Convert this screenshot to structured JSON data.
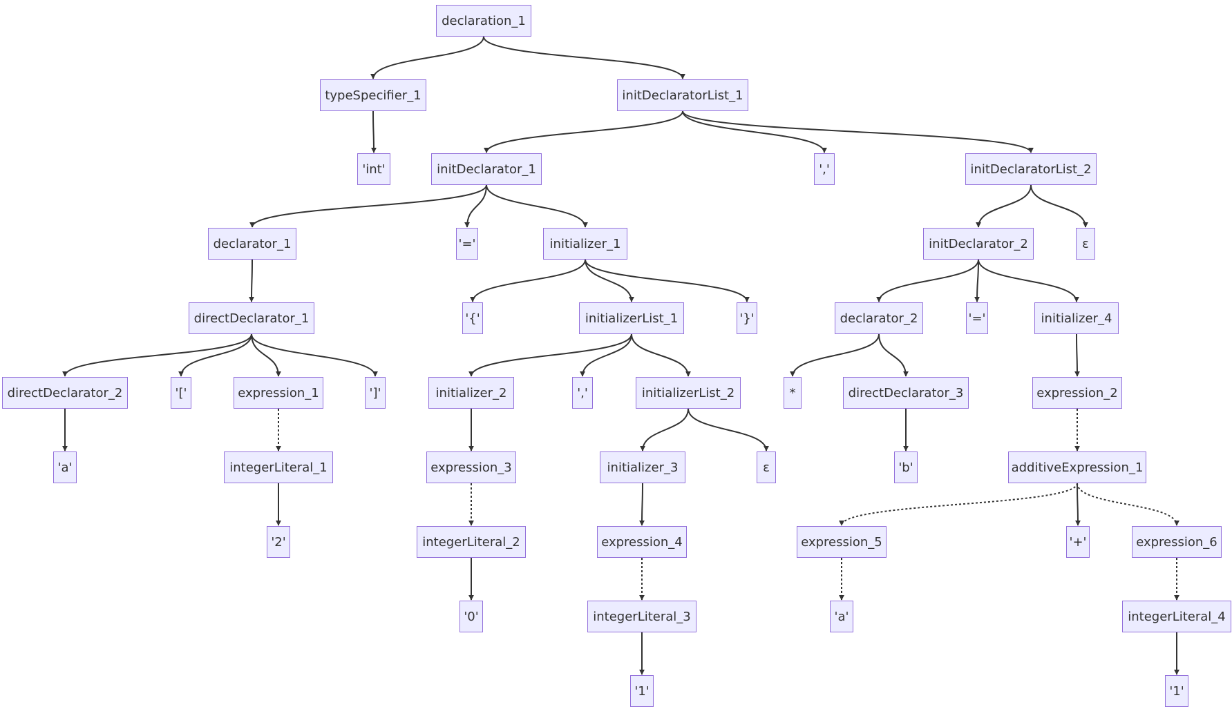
{
  "diagram": {
    "type": "parse-tree",
    "colors": {
      "node_fill": "#ECECFF",
      "node_border": "#9370DB",
      "text": "#333333",
      "edge": "#333333"
    },
    "nodes": [
      {
        "id": "declaration_1",
        "label": "declaration_1"
      },
      {
        "id": "typeSpecifier_1",
        "label": "typeSpecifier_1"
      },
      {
        "id": "initDeclaratorList_1",
        "label": "initDeclaratorList_1"
      },
      {
        "id": "int",
        "label": "'int'"
      },
      {
        "id": "initDeclarator_1",
        "label": "initDeclarator_1"
      },
      {
        "id": "comma_1",
        "label": "','"
      },
      {
        "id": "initDeclaratorList_2",
        "label": "initDeclaratorList_2"
      },
      {
        "id": "declarator_1",
        "label": "declarator_1"
      },
      {
        "id": "eq_1",
        "label": "'='"
      },
      {
        "id": "initializer_1",
        "label": "initializer_1"
      },
      {
        "id": "initDeclarator_2",
        "label": "initDeclarator_2"
      },
      {
        "id": "eps_1",
        "label": "ε"
      },
      {
        "id": "directDeclarator_1",
        "label": "directDeclarator_1"
      },
      {
        "id": "lbrace",
        "label": "'{'"
      },
      {
        "id": "initializerList_1",
        "label": "initializerList_1"
      },
      {
        "id": "rbrace",
        "label": "'}'"
      },
      {
        "id": "declarator_2",
        "label": "declarator_2"
      },
      {
        "id": "eq_2",
        "label": "'='"
      },
      {
        "id": "initializer_4",
        "label": "initializer_4"
      },
      {
        "id": "directDeclarator_2",
        "label": "directDeclarator_2"
      },
      {
        "id": "lbracket",
        "label": "'['"
      },
      {
        "id": "expression_1",
        "label": "expression_1"
      },
      {
        "id": "rbracket",
        "label": "']'"
      },
      {
        "id": "initializer_2",
        "label": "initializer_2"
      },
      {
        "id": "comma_2",
        "label": "','"
      },
      {
        "id": "initializerList_2",
        "label": "initializerList_2"
      },
      {
        "id": "star",
        "label": "*"
      },
      {
        "id": "directDeclarator_3",
        "label": "directDeclarator_3"
      },
      {
        "id": "expression_2",
        "label": "expression_2"
      },
      {
        "id": "a_1",
        "label": "'a'"
      },
      {
        "id": "integerLiteral_1",
        "label": "integerLiteral_1"
      },
      {
        "id": "expression_3",
        "label": "expression_3"
      },
      {
        "id": "initializer_3",
        "label": "initializer_3"
      },
      {
        "id": "eps_2",
        "label": "ε"
      },
      {
        "id": "b",
        "label": "'b'"
      },
      {
        "id": "additiveExpression_1",
        "label": "additiveExpression_1"
      },
      {
        "id": "two",
        "label": "'2'"
      },
      {
        "id": "integerLiteral_2",
        "label": "integerLiteral_2"
      },
      {
        "id": "expression_4",
        "label": "expression_4"
      },
      {
        "id": "expression_5",
        "label": "expression_5"
      },
      {
        "id": "plus",
        "label": "'+'"
      },
      {
        "id": "expression_6",
        "label": "expression_6"
      },
      {
        "id": "zero",
        "label": "'0'"
      },
      {
        "id": "integerLiteral_3",
        "label": "integerLiteral_3"
      },
      {
        "id": "a_2",
        "label": "'a'"
      },
      {
        "id": "integerLiteral_4",
        "label": "integerLiteral_4"
      },
      {
        "id": "one_1",
        "label": "'1'"
      },
      {
        "id": "one_2",
        "label": "'1'"
      }
    ],
    "edges": [
      {
        "from": "declaration_1",
        "to": "typeSpecifier_1",
        "style": "solid"
      },
      {
        "from": "declaration_1",
        "to": "initDeclaratorList_1",
        "style": "solid"
      },
      {
        "from": "typeSpecifier_1",
        "to": "int",
        "style": "solid"
      },
      {
        "from": "initDeclaratorList_1",
        "to": "initDeclarator_1",
        "style": "solid"
      },
      {
        "from": "initDeclaratorList_1",
        "to": "comma_1",
        "style": "solid"
      },
      {
        "from": "initDeclaratorList_1",
        "to": "initDeclaratorList_2",
        "style": "solid"
      },
      {
        "from": "initDeclarator_1",
        "to": "declarator_1",
        "style": "solid"
      },
      {
        "from": "initDeclarator_1",
        "to": "eq_1",
        "style": "solid"
      },
      {
        "from": "initDeclarator_1",
        "to": "initializer_1",
        "style": "solid"
      },
      {
        "from": "initDeclaratorList_2",
        "to": "initDeclarator_2",
        "style": "solid"
      },
      {
        "from": "initDeclaratorList_2",
        "to": "eps_1",
        "style": "solid"
      },
      {
        "from": "declarator_1",
        "to": "directDeclarator_1",
        "style": "solid"
      },
      {
        "from": "initializer_1",
        "to": "lbrace",
        "style": "solid"
      },
      {
        "from": "initializer_1",
        "to": "initializerList_1",
        "style": "solid"
      },
      {
        "from": "initializer_1",
        "to": "rbrace",
        "style": "solid"
      },
      {
        "from": "initDeclarator_2",
        "to": "declarator_2",
        "style": "solid"
      },
      {
        "from": "initDeclarator_2",
        "to": "eq_2",
        "style": "solid"
      },
      {
        "from": "initDeclarator_2",
        "to": "initializer_4",
        "style": "solid"
      },
      {
        "from": "directDeclarator_1",
        "to": "directDeclarator_2",
        "style": "solid"
      },
      {
        "from": "directDeclarator_1",
        "to": "lbracket",
        "style": "solid"
      },
      {
        "from": "directDeclarator_1",
        "to": "expression_1",
        "style": "solid"
      },
      {
        "from": "directDeclarator_1",
        "to": "rbracket",
        "style": "solid"
      },
      {
        "from": "initializerList_1",
        "to": "initializer_2",
        "style": "solid"
      },
      {
        "from": "initializerList_1",
        "to": "comma_2",
        "style": "solid"
      },
      {
        "from": "initializerList_1",
        "to": "initializerList_2",
        "style": "solid"
      },
      {
        "from": "declarator_2",
        "to": "star",
        "style": "solid"
      },
      {
        "from": "declarator_2",
        "to": "directDeclarator_3",
        "style": "solid"
      },
      {
        "from": "initializer_4",
        "to": "expression_2",
        "style": "solid"
      },
      {
        "from": "directDeclarator_2",
        "to": "a_1",
        "style": "solid"
      },
      {
        "from": "expression_1",
        "to": "integerLiteral_1",
        "style": "dotted"
      },
      {
        "from": "initializer_2",
        "to": "expression_3",
        "style": "solid"
      },
      {
        "from": "initializerList_2",
        "to": "initializer_3",
        "style": "solid"
      },
      {
        "from": "initializerList_2",
        "to": "eps_2",
        "style": "solid"
      },
      {
        "from": "directDeclarator_3",
        "to": "b",
        "style": "solid"
      },
      {
        "from": "expression_2",
        "to": "additiveExpression_1",
        "style": "dotted"
      },
      {
        "from": "integerLiteral_1",
        "to": "two",
        "style": "solid"
      },
      {
        "from": "expression_3",
        "to": "integerLiteral_2",
        "style": "dotted"
      },
      {
        "from": "initializer_3",
        "to": "expression_4",
        "style": "solid"
      },
      {
        "from": "additiveExpression_1",
        "to": "expression_5",
        "style": "dotted"
      },
      {
        "from": "additiveExpression_1",
        "to": "plus",
        "style": "solid"
      },
      {
        "from": "additiveExpression_1",
        "to": "expression_6",
        "style": "dotted"
      },
      {
        "from": "integerLiteral_2",
        "to": "zero",
        "style": "solid"
      },
      {
        "from": "expression_4",
        "to": "integerLiteral_3",
        "style": "dotted"
      },
      {
        "from": "expression_5",
        "to": "a_2",
        "style": "dotted"
      },
      {
        "from": "expression_6",
        "to": "integerLiteral_4",
        "style": "dotted"
      },
      {
        "from": "integerLiteral_3",
        "to": "one_1",
        "style": "solid"
      },
      {
        "from": "integerLiteral_4",
        "to": "one_2",
        "style": "solid"
      }
    ]
  }
}
